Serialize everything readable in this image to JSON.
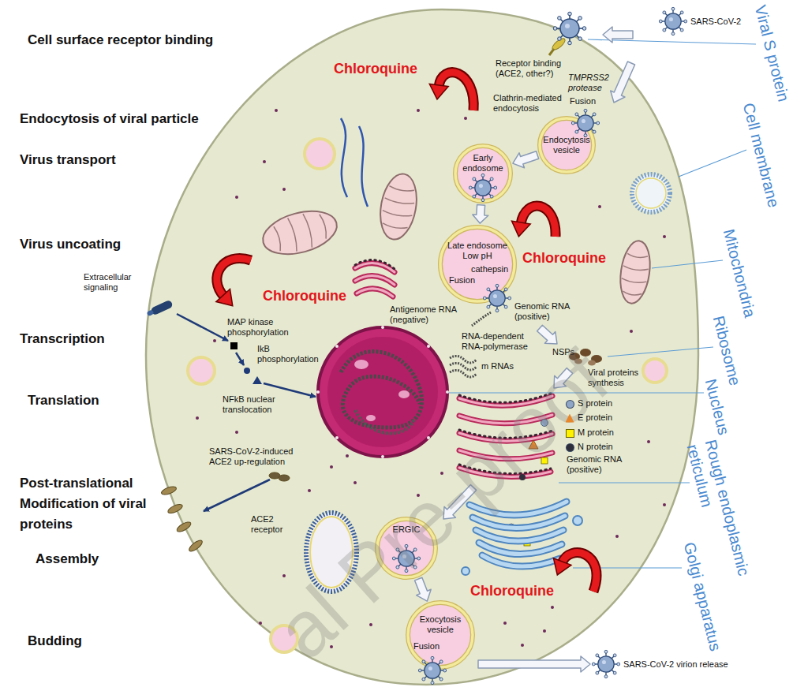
{
  "diagram": {
    "nodes": [
      {
        "text": [
          "Clathrin-mediated endocytosis",
          "Endocytosis vesicle"
        ]
      },
      {
        "text": [
          "Early endosome"
        ]
      },
      {
        "text": [
          "Late endosome Low pH",
          "cathepsin",
          "Fusion"
        ]
      },
      {
        "text": [
          "ERGIC"
        ]
      },
      {
        "text": [
          "Exocytosis vesicle",
          "Fusion"
        ]
      }
    ],
    "edges": [
      {
        "from": 0,
        "to": 1,
        "arrow": "to"
      },
      {
        "from": 1,
        "to": 2,
        "arrow": "to"
      },
      {
        "from": 3,
        "to": 4,
        "arrow": "to"
      }
    ],
    "labels": [
      "Cell surface receptor binding",
      "Endocytosis of viral particle",
      "Virus transport",
      "Virus uncoating",
      "Transcription",
      "Translation",
      "Post-translational Modification of viral proteins",
      "Assembly",
      "Budding",
      "Viral S protein",
      "Cell membrane",
      "Mitochondria",
      "Ribosome",
      "Nucleus",
      "Rough endoplasmic reticulum",
      "Golgi apparatus",
      "SARS-CoV-2",
      "Receptor binding (ACE2, other?)",
      "TMPRSS2 protease",
      "Fusion",
      "Chloroquine",
      "Chloroquine",
      "Chloroquine",
      "Chloroquine",
      "Extracellular signaling",
      "MAP kinase phosphorylation",
      "IkB phosphorylation",
      "NFkB nuclear translocation",
      "Antigenome RNA (negative)",
      "Genomic RNA (positive)",
      "RNA-dependent RNA-polymerase",
      "m RNAs",
      "NSPs",
      "Viral proteins synthesis",
      "Genomic RNA (positive)",
      "SARS-CoV-2-induced ACE2 up-regulation",
      "ACE2 receptor",
      "SARS-CoV-2 virion release",
      "al Pre-proof"
    ],
    "legend": [
      {
        "text": "S protein",
        "color": "#8fa6c6"
      },
      {
        "text": "E protein",
        "color": "#e8862a"
      },
      {
        "text": "M protein",
        "color": "#fff200"
      },
      {
        "text": "N protein",
        "color": "#2e2e3a"
      }
    ]
  }
}
